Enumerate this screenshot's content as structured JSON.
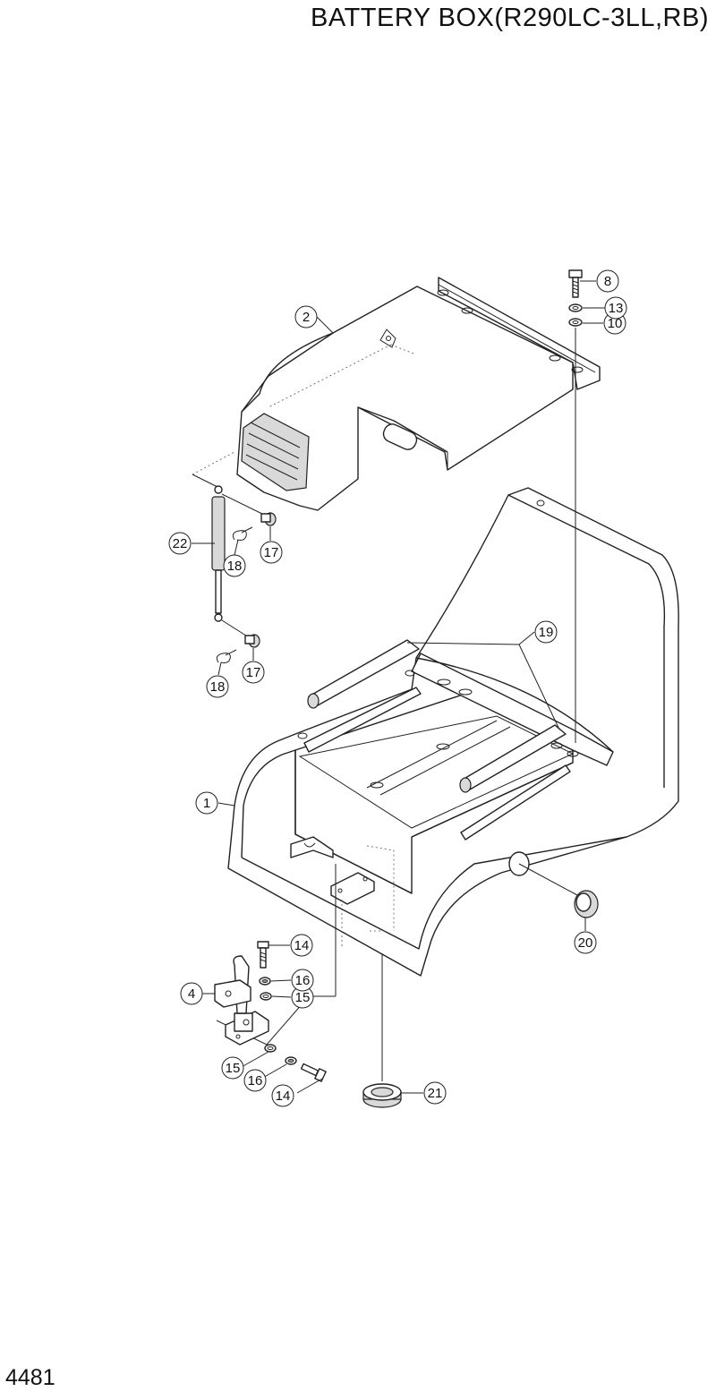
{
  "title": "BATTERY BOX(R290LC-3LL,RB)",
  "page_number": "4481",
  "callouts": [
    {
      "label": "1"
    },
    {
      "label": "2"
    },
    {
      "label": "4"
    },
    {
      "label": "8"
    },
    {
      "label": "10"
    },
    {
      "label": "13"
    },
    {
      "label": "14"
    },
    {
      "label": "14"
    },
    {
      "label": "15"
    },
    {
      "label": "15"
    },
    {
      "label": "16"
    },
    {
      "label": "16"
    },
    {
      "label": "17"
    },
    {
      "label": "17"
    },
    {
      "label": "18"
    },
    {
      "label": "18"
    },
    {
      "label": "19"
    },
    {
      "label": "20"
    },
    {
      "label": "21"
    },
    {
      "label": "22"
    }
  ]
}
